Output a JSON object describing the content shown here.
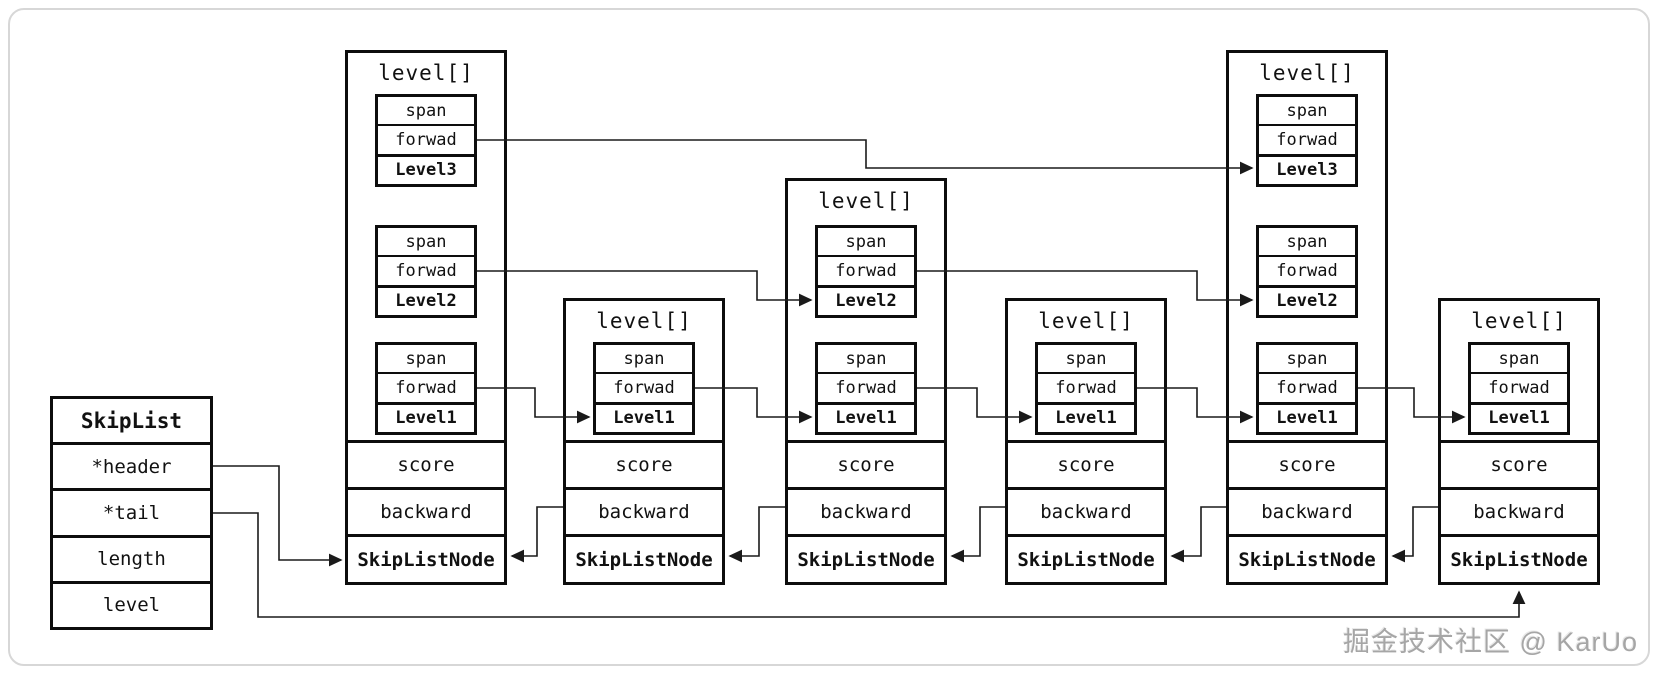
{
  "diagram": {
    "skiplist": {
      "title": "SkipList",
      "fields": [
        {
          "label": "*header"
        },
        {
          "label": "*tail"
        },
        {
          "label": "length"
        },
        {
          "label": "level"
        }
      ]
    },
    "nodes": [
      {
        "title": "level[]",
        "levels": [
          {
            "span": "span",
            "forward": "forwad",
            "name": "Level3"
          },
          {
            "span": "span",
            "forward": "forwad",
            "name": "Level2"
          },
          {
            "span": "span",
            "forward": "forwad",
            "name": "Level1"
          }
        ],
        "score": "score",
        "backward": "backward",
        "footer": "SkipListNode"
      },
      {
        "title": "level[]",
        "levels": [
          {
            "span": "span",
            "forward": "forwad",
            "name": "Level1"
          }
        ],
        "score": "score",
        "backward": "backward",
        "footer": "SkipListNode"
      },
      {
        "title": "level[]",
        "levels": [
          {
            "span": "span",
            "forward": "forwad",
            "name": "Level2"
          },
          {
            "span": "span",
            "forward": "forwad",
            "name": "Level1"
          }
        ],
        "score": "score",
        "backward": "backward",
        "footer": "SkipListNode"
      },
      {
        "title": "level[]",
        "levels": [
          {
            "span": "span",
            "forward": "forwad",
            "name": "Level1"
          }
        ],
        "score": "score",
        "backward": "backward",
        "footer": "SkipListNode"
      },
      {
        "title": "level[]",
        "levels": [
          {
            "span": "span",
            "forward": "forwad",
            "name": "Level3"
          },
          {
            "span": "span",
            "forward": "forwad",
            "name": "Level2"
          },
          {
            "span": "span",
            "forward": "forwad",
            "name": "Level1"
          }
        ],
        "score": "score",
        "backward": "backward",
        "footer": "SkipListNode"
      },
      {
        "title": "level[]",
        "levels": [
          {
            "span": "span",
            "forward": "forwad",
            "name": "Level1"
          }
        ],
        "score": "score",
        "backward": "backward",
        "footer": "SkipListNode"
      }
    ],
    "watermark": "掘金技术社区 @ KarUo",
    "colors": {
      "line": "#1a1a1a",
      "border": "#0d0d0d",
      "background": "#ffffff",
      "frame": "#d7d7d7",
      "watermark": "#a6a6a6"
    }
  }
}
